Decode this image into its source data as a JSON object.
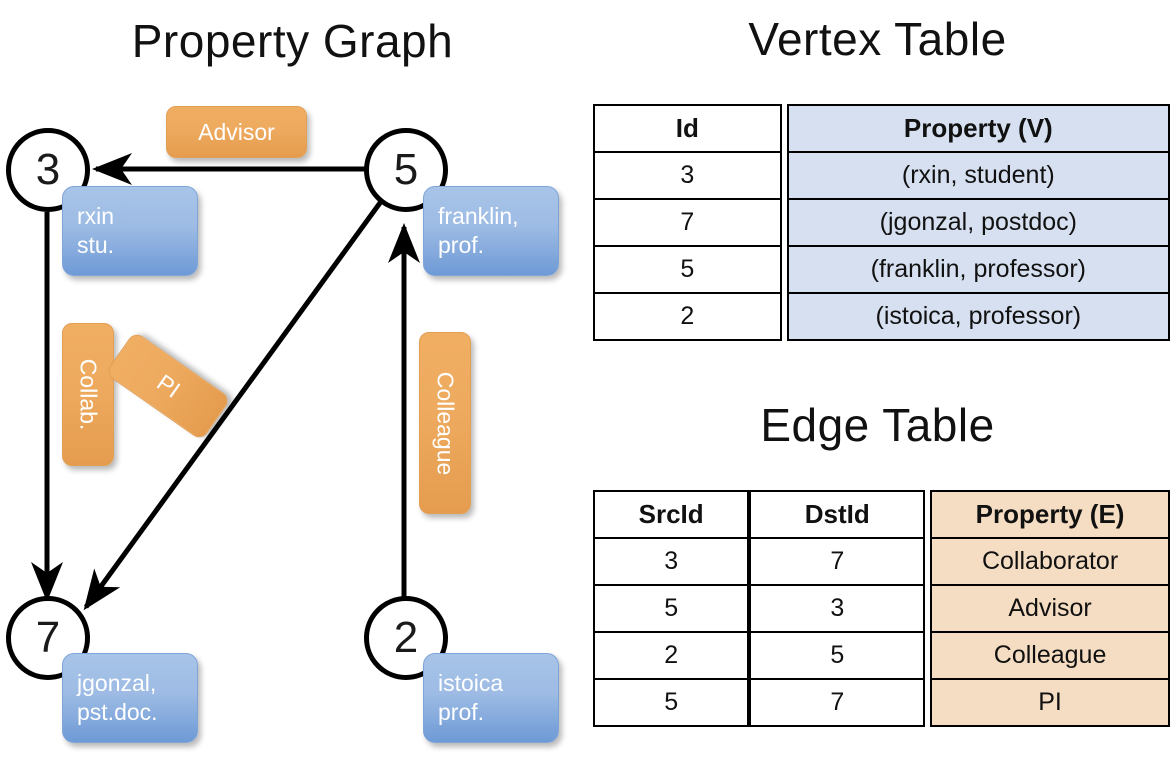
{
  "titles": {
    "property_graph": "Property Graph",
    "vertex_table": "Vertex Table",
    "edge_table": "Edge Table"
  },
  "colors": {
    "vertex_property_fill": "#d6e0f0",
    "edge_property_fill": "#f5ddc3",
    "bubble_blue": "#9dbbe4",
    "label_orange": "#eeab60",
    "stroke": "#000000"
  },
  "graph": {
    "vertices": [
      {
        "id": "3",
        "property_line1": "rxin",
        "property_line2": "stu."
      },
      {
        "id": "5",
        "property_line1": "franklin,",
        "property_line2": "prof."
      },
      {
        "id": "7",
        "property_line1": "jgonzal,",
        "property_line2": "pst.doc."
      },
      {
        "id": "2",
        "property_line1": "istoica",
        "property_line2": "prof."
      }
    ],
    "edge_labels": [
      {
        "text": "Advisor",
        "orientation": "horizontal"
      },
      {
        "text": "Collab.",
        "orientation": "vertical"
      },
      {
        "text": "PI",
        "orientation": "diagonal"
      },
      {
        "text": "Colleague",
        "orientation": "vertical"
      }
    ]
  },
  "vertex_table": {
    "headers": [
      "Id",
      "Property (V)"
    ],
    "rows": [
      {
        "id": "3",
        "property": "(rxin, student)"
      },
      {
        "id": "7",
        "property": "(jgonzal, postdoc)"
      },
      {
        "id": "5",
        "property": "(franklin, professor)"
      },
      {
        "id": "2",
        "property": "(istoica, professor)"
      }
    ]
  },
  "edge_table": {
    "headers": [
      "SrcId",
      "DstId",
      "Property (E)"
    ],
    "rows": [
      {
        "src": "3",
        "dst": "7",
        "property": "Collaborator"
      },
      {
        "src": "5",
        "dst": "3",
        "property": "Advisor"
      },
      {
        "src": "2",
        "dst": "5",
        "property": "Colleague"
      },
      {
        "src": "5",
        "dst": "7",
        "property": "PI"
      }
    ]
  }
}
